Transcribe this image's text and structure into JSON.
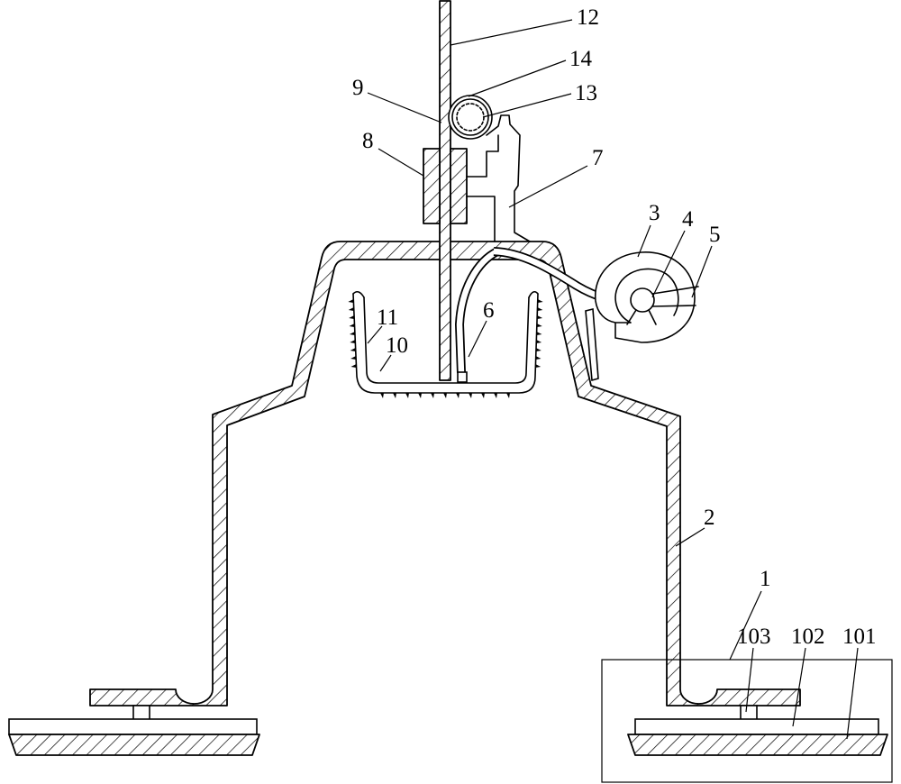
{
  "callouts": [
    "12",
    "14",
    "13",
    "9",
    "8",
    "7",
    "3",
    "4",
    "5",
    "11",
    "6",
    "10",
    "2",
    "1",
    "103",
    "102",
    "101"
  ],
  "colors": {
    "line": "#000000",
    "background": "#ffffff"
  }
}
